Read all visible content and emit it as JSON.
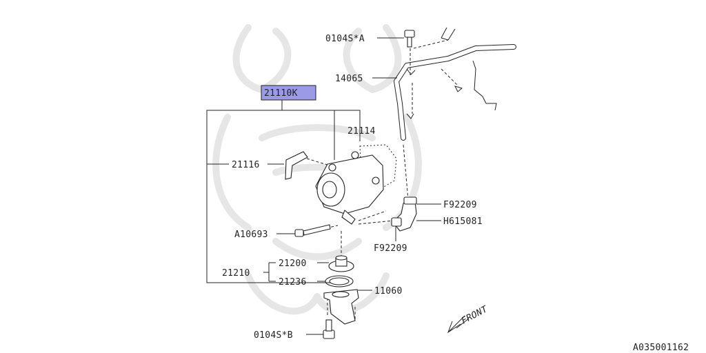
{
  "labels": {
    "main_part": "21110K",
    "bolt_a": "0104S*A",
    "pipe": "14065",
    "gasket": "21114",
    "bracket": "21116",
    "clamp_upper": "F92209",
    "hose": "H615081",
    "bolt": "A10693",
    "clamp_lower": "F92209",
    "thermostat": "21200",
    "thermostat_kit": "21210",
    "thermostat_gasket": "21236",
    "cover": "11060",
    "bolt_b": "0104S*B"
  },
  "front_label": "FRONT",
  "diagram_id": "A035001162",
  "colors": {
    "highlight": "#9a9ae6",
    "line": "#222222",
    "watermark": "#e6e6e6"
  }
}
